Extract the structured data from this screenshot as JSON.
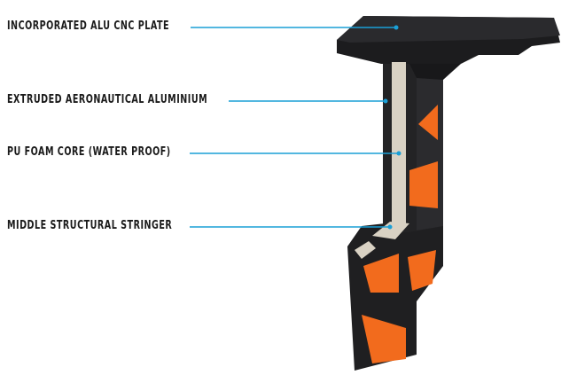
{
  "labels": [
    {
      "text": "INCORPORATED ALU CNC PLATE"
    },
    {
      "text": "EXTRUDED AERONAUTICAL ALUMINIUM"
    },
    {
      "text": "PU FOAM CORE (WATER PROOF)"
    },
    {
      "text": "MIDDLE STRUCTURAL STRINGER"
    }
  ],
  "colors": {
    "leader": "#1a9fd6",
    "body": "#1f1f21",
    "accent": "#f26b1d",
    "foam": "#d9d2c4"
  }
}
